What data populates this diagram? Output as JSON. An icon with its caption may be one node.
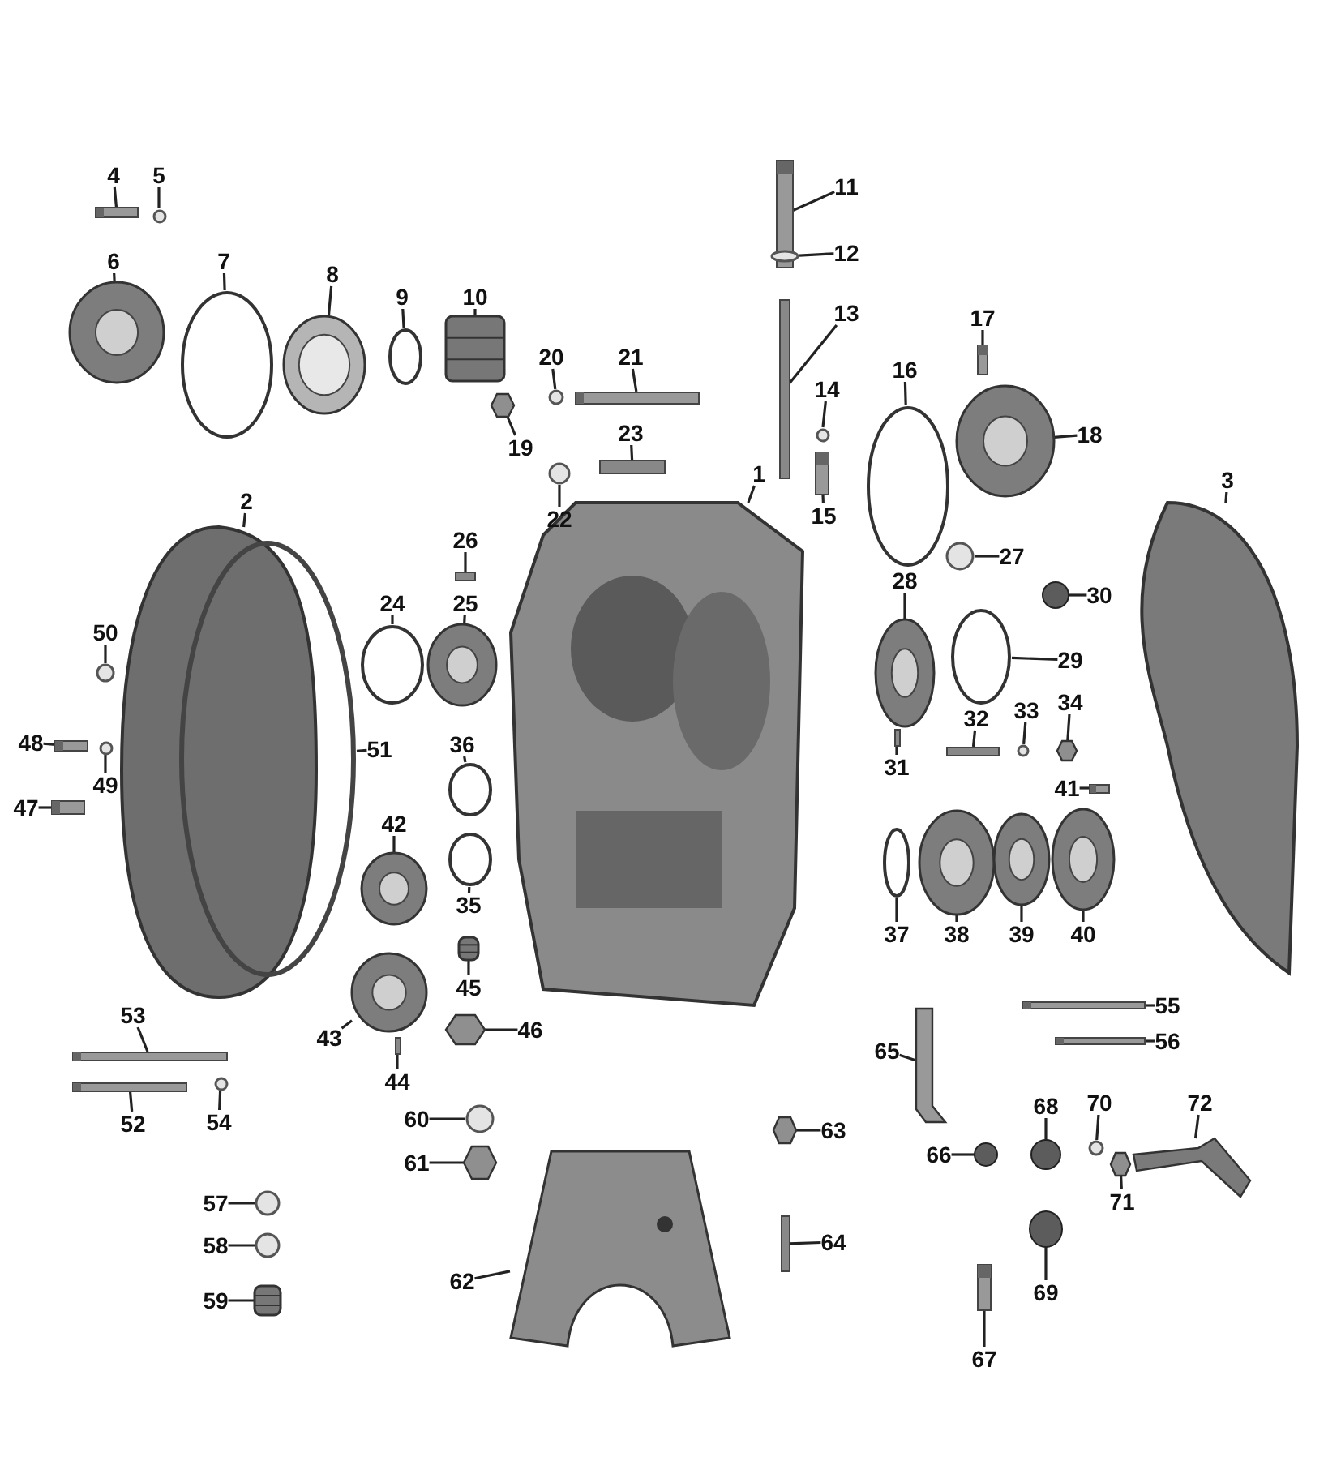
{
  "diagram": {
    "nodes": [
      {
        "text": [
          "1"
        ]
      },
      {
        "text": [],
        "shape": "picture"
      },
      {
        "text": [
          "2"
        ]
      },
      {
        "text": [],
        "shape": "picture"
      },
      {
        "text": [
          "3"
        ]
      },
      {
        "text": [],
        "shape": "picture"
      },
      {
        "text": [
          "4"
        ]
      },
      {
        "text": [],
        "shape": "bar"
      },
      {
        "text": [
          "5"
        ]
      },
      {
        "text": [],
        "shape": "circle"
      },
      {
        "text": [
          "6"
        ]
      },
      {
        "text": [],
        "shape": "picture"
      },
      {
        "text": [
          "7"
        ]
      },
      {
        "text": [],
        "shape": "circle"
      },
      {
        "text": [
          "8"
        ]
      },
      {
        "text": [],
        "shape": "picture"
      },
      {
        "text": [
          "9"
        ]
      },
      {
        "text": [],
        "shape": "circle"
      },
      {
        "text": [
          "10"
        ]
      },
      {
        "text": [],
        "shape": "picture"
      },
      {
        "text": [
          "11"
        ]
      },
      {
        "text": [],
        "shape": "bar"
      },
      {
        "text": [
          "12"
        ]
      },
      {
        "text": [],
        "shape": "circle"
      },
      {
        "text": [
          "13"
        ]
      },
      {
        "text": [],
        "shape": "bar"
      },
      {
        "text": [
          "14"
        ]
      },
      {
        "text": [],
        "shape": "circle"
      },
      {
        "text": [
          "15"
        ]
      },
      {
        "text": [],
        "shape": "bar"
      },
      {
        "text": [
          "16"
        ]
      },
      {
        "text": [],
        "shape": "circle"
      },
      {
        "text": [
          "17"
        ]
      },
      {
        "text": [],
        "shape": "bar"
      },
      {
        "text": [
          "18"
        ]
      },
      {
        "text": [],
        "shape": "picture"
      },
      {
        "text": [
          "19"
        ]
      },
      {
        "text": [],
        "shape": "hexagon"
      },
      {
        "text": [
          "20"
        ]
      },
      {
        "text": [],
        "shape": "circle"
      },
      {
        "text": [
          "21"
        ]
      },
      {
        "text": [],
        "shape": "bar"
      },
      {
        "text": [
          "22"
        ]
      },
      {
        "text": [],
        "shape": "circle"
      },
      {
        "text": [
          "23"
        ]
      },
      {
        "text": [],
        "shape": "bar"
      },
      {
        "text": [
          "24"
        ]
      },
      {
        "text": [],
        "shape": "circle"
      },
      {
        "text": [
          "25"
        ]
      },
      {
        "text": [],
        "shape": "picture"
      },
      {
        "text": [
          "26"
        ]
      },
      {
        "text": [],
        "shape": "bar"
      },
      {
        "text": [
          "27"
        ]
      },
      {
        "text": [],
        "shape": "circle"
      },
      {
        "text": [
          "28"
        ]
      },
      {
        "text": [],
        "shape": "picture"
      },
      {
        "text": [
          "29"
        ]
      },
      {
        "text": [],
        "shape": "circle"
      },
      {
        "text": [
          "30"
        ]
      },
      {
        "text": [],
        "shape": "circle"
      },
      {
        "text": [
          "31"
        ]
      },
      {
        "text": [],
        "shape": "bar"
      },
      {
        "text": [
          "32"
        ]
      },
      {
        "text": [],
        "shape": "bar"
      },
      {
        "text": [
          "33"
        ]
      },
      {
        "text": [],
        "shape": "circle"
      },
      {
        "text": [
          "34"
        ]
      },
      {
        "text": [],
        "shape": "hexagon"
      },
      {
        "text": [
          "35"
        ]
      },
      {
        "text": [],
        "shape": "circle"
      },
      {
        "text": [
          "36"
        ]
      },
      {
        "text": [],
        "shape": "circle"
      },
      {
        "text": [
          "37"
        ]
      },
      {
        "text": [],
        "shape": "circle"
      },
      {
        "text": [
          "38"
        ]
      },
      {
        "text": [],
        "shape": "picture"
      },
      {
        "text": [
          "39"
        ]
      },
      {
        "text": [],
        "shape": "picture"
      },
      {
        "text": [
          "40"
        ]
      },
      {
        "text": [],
        "shape": "picture"
      },
      {
        "text": [
          "41"
        ]
      },
      {
        "text": [],
        "shape": "bar"
      },
      {
        "text": [
          "42"
        ]
      },
      {
        "text": [],
        "shape": "picture"
      },
      {
        "text": [
          "43"
        ]
      },
      {
        "text": [],
        "shape": "picture"
      },
      {
        "text": [
          "44"
        ]
      },
      {
        "text": [],
        "shape": "bar"
      },
      {
        "text": [
          "45"
        ]
      },
      {
        "text": [],
        "shape": "picture"
      },
      {
        "text": [
          "46"
        ]
      },
      {
        "text": [],
        "shape": "hexagon"
      },
      {
        "text": [
          "47"
        ]
      },
      {
        "text": [],
        "shape": "bar"
      },
      {
        "text": [
          "48"
        ]
      },
      {
        "text": [],
        "shape": "bar"
      },
      {
        "text": [
          "49"
        ]
      },
      {
        "text": [],
        "shape": "circle"
      },
      {
        "text": [
          "50"
        ]
      },
      {
        "text": [],
        "shape": "circle"
      },
      {
        "text": [
          "51"
        ]
      },
      {
        "text": [],
        "shape": "circle"
      },
      {
        "text": [
          "52"
        ]
      },
      {
        "text": [],
        "shape": "bar"
      },
      {
        "text": [
          "53"
        ]
      },
      {
        "text": [],
        "shape": "bar"
      },
      {
        "text": [
          "54"
        ]
      },
      {
        "text": [],
        "shape": "circle"
      },
      {
        "text": [
          "55"
        ]
      },
      {
        "text": [],
        "shape": "bar"
      },
      {
        "text": [
          "56"
        ]
      },
      {
        "text": [],
        "shape": "bar"
      },
      {
        "text": [
          "57"
        ]
      },
      {
        "text": [],
        "shape": "circle"
      },
      {
        "text": [
          "58"
        ]
      },
      {
        "text": [],
        "shape": "circle"
      },
      {
        "text": [
          "59"
        ]
      },
      {
        "text": [],
        "shape": "picture"
      },
      {
        "text": [
          "60"
        ]
      },
      {
        "text": [],
        "shape": "circle"
      },
      {
        "text": [
          "61"
        ]
      },
      {
        "text": [],
        "shape": "hexagon"
      },
      {
        "text": [
          "62"
        ]
      },
      {
        "text": [],
        "shape": "picture"
      },
      {
        "text": [
          "63"
        ]
      },
      {
        "text": [],
        "shape": "hexagon"
      },
      {
        "text": [
          "64"
        ]
      },
      {
        "text": [],
        "shape": "bar"
      },
      {
        "text": [
          "65"
        ]
      },
      {
        "text": [],
        "shape": "picture"
      },
      {
        "text": [
          "66"
        ]
      },
      {
        "text": [],
        "shape": "circle"
      },
      {
        "text": [
          "67"
        ]
      },
      {
        "text": [],
        "shape": "bar"
      },
      {
        "text": [
          "68"
        ]
      },
      {
        "text": [],
        "shape": "circle"
      },
      {
        "text": [
          "69"
        ]
      },
      {
        "text": [],
        "shape": "circle"
      },
      {
        "text": [
          "70"
        ]
      },
      {
        "text": [],
        "shape": "circle"
      },
      {
        "text": [
          "71"
        ]
      },
      {
        "text": [],
        "shape": "hexagon"
      },
      {
        "text": [
          "72"
        ]
      },
      {
        "text": [],
        "shape": "picture"
      }
    ],
    "edges": [
      {
        "from": 0,
        "to": 1,
        "arrow": "none"
      },
      {
        "from": 2,
        "to": 3,
        "arrow": "none"
      },
      {
        "from": 4,
        "to": 5,
        "arrow": "none"
      },
      {
        "from": 6,
        "to": 7,
        "arrow": "none"
      },
      {
        "from": 8,
        "to": 9,
        "arrow": "none"
      },
      {
        "from": 10,
        "to": 11,
        "arrow": "none"
      },
      {
        "from": 12,
        "to": 13,
        "arrow": "none"
      },
      {
        "from": 14,
        "to": 15,
        "arrow": "none"
      },
      {
        "from": 16,
        "to": 17,
        "arrow": "none"
      },
      {
        "from": 18,
        "to": 19,
        "arrow": "none"
      },
      {
        "from": 20,
        "to": 21,
        "arrow": "none"
      },
      {
        "from": 22,
        "to": 23,
        "arrow": "none"
      },
      {
        "from": 24,
        "to": 25,
        "arrow": "none"
      },
      {
        "from": 26,
        "to": 27,
        "arrow": "none"
      },
      {
        "from": 28,
        "to": 29,
        "arrow": "none"
      },
      {
        "from": 30,
        "to": 31,
        "arrow": "none"
      },
      {
        "from": 32,
        "to": 33,
        "arrow": "none"
      },
      {
        "from": 34,
        "to": 35,
        "arrow": "none"
      },
      {
        "from": 36,
        "to": 37,
        "arrow": "none"
      },
      {
        "from": 38,
        "to": 39,
        "arrow": "none"
      },
      {
        "from": 40,
        "to": 41,
        "arrow": "none"
      },
      {
        "from": 42,
        "to": 43,
        "arrow": "none"
      },
      {
        "from": 44,
        "to": 45,
        "arrow": "none"
      },
      {
        "from": 46,
        "to": 47,
        "arrow": "none"
      },
      {
        "from": 48,
        "to": 49,
        "arrow": "none"
      },
      {
        "from": 50,
        "to": 51,
        "arrow": "none"
      },
      {
        "from": 52,
        "to": 53,
        "arrow": "none"
      },
      {
        "from": 54,
        "to": 55,
        "arrow": "none"
      },
      {
        "from": 56,
        "to": 57,
        "arrow": "none"
      },
      {
        "from": 58,
        "to": 59,
        "arrow": "none"
      },
      {
        "from": 60,
        "to": 61,
        "arrow": "none"
      },
      {
        "from": 62,
        "to": 63,
        "arrow": "none"
      },
      {
        "from": 64,
        "to": 65,
        "arrow": "none"
      },
      {
        "from": 66,
        "to": 67,
        "arrow": "none"
      },
      {
        "from": 68,
        "to": 69,
        "arrow": "none"
      },
      {
        "from": 70,
        "to": 71,
        "arrow": "none"
      },
      {
        "from": 72,
        "to": 73,
        "arrow": "none"
      },
      {
        "from": 74,
        "to": 75,
        "arrow": "none"
      },
      {
        "from": 76,
        "to": 77,
        "arrow": "none"
      },
      {
        "from": 78,
        "to": 79,
        "arrow": "none"
      },
      {
        "from": 80,
        "to": 81,
        "arrow": "none"
      },
      {
        "from": 82,
        "to": 83,
        "arrow": "none"
      },
      {
        "from": 84,
        "to": 85,
        "arrow": "none"
      },
      {
        "from": 86,
        "to": 87,
        "arrow": "none"
      },
      {
        "from": 88,
        "to": 89,
        "arrow": "none"
      },
      {
        "from": 90,
        "to": 91,
        "arrow": "none"
      },
      {
        "from": 92,
        "to": 93,
        "arrow": "none"
      },
      {
        "from": 94,
        "to": 95,
        "arrow": "none"
      },
      {
        "from": 96,
        "to": 97,
        "arrow": "none"
      },
      {
        "from": 98,
        "to": 99,
        "arrow": "none"
      },
      {
        "from": 100,
        "to": 101,
        "arrow": "none"
      },
      {
        "from": 102,
        "to": 103,
        "arrow": "none"
      },
      {
        "from": 104,
        "to": 105,
        "arrow": "none"
      },
      {
        "from": 106,
        "to": 107,
        "arrow": "none"
      },
      {
        "from": 108,
        "to": 109,
        "arrow": "none"
      },
      {
        "from": 110,
        "to": 111,
        "arrow": "none"
      },
      {
        "from": 112,
        "to": 113,
        "arrow": "none"
      },
      {
        "from": 114,
        "to": 115,
        "arrow": "none"
      },
      {
        "from": 116,
        "to": 117,
        "arrow": "none"
      },
      {
        "from": 118,
        "to": 119,
        "arrow": "none"
      },
      {
        "from": 120,
        "to": 121,
        "arrow": "none"
      },
      {
        "from": 122,
        "to": 123,
        "arrow": "none"
      },
      {
        "from": 124,
        "to": 125,
        "arrow": "none"
      },
      {
        "from": 126,
        "to": 127,
        "arrow": "none"
      },
      {
        "from": 128,
        "to": 129,
        "arrow": "none"
      },
      {
        "from": 130,
        "to": 131,
        "arrow": "none"
      },
      {
        "from": 132,
        "to": 133,
        "arrow": "none"
      },
      {
        "from": 134,
        "to": 135,
        "arrow": "none"
      },
      {
        "from": 136,
        "to": 137,
        "arrow": "none"
      },
      {
        "from": 138,
        "to": 139,
        "arrow": "none"
      },
      {
        "from": 140,
        "to": 141,
        "arrow": "none"
      },
      {
        "from": 142,
        "to": 143,
        "arrow": "none"
      }
    ]
  }
}
